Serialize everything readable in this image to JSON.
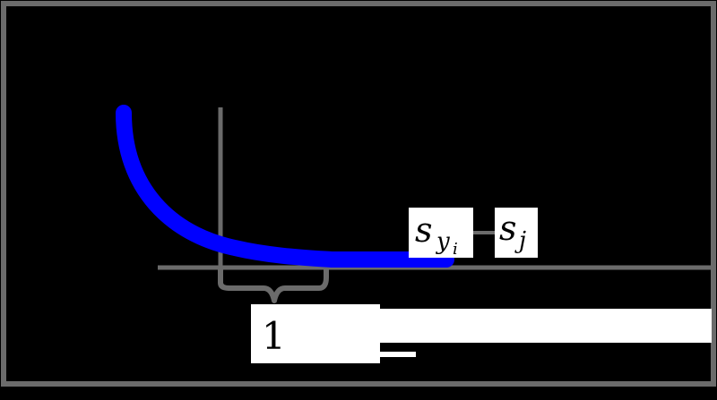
{
  "labels": {
    "s_yi_base": "s",
    "s_yi_sub": "y",
    "s_yi_subsub": "i",
    "s_j_base": "s",
    "s_j_sub": "j",
    "margin": "1"
  },
  "colors": {
    "background": "#000000",
    "frame": "#6b6b6b",
    "axis": "#6b6b6b",
    "curve": "#0000ff",
    "label_box": "#ffffff"
  }
}
